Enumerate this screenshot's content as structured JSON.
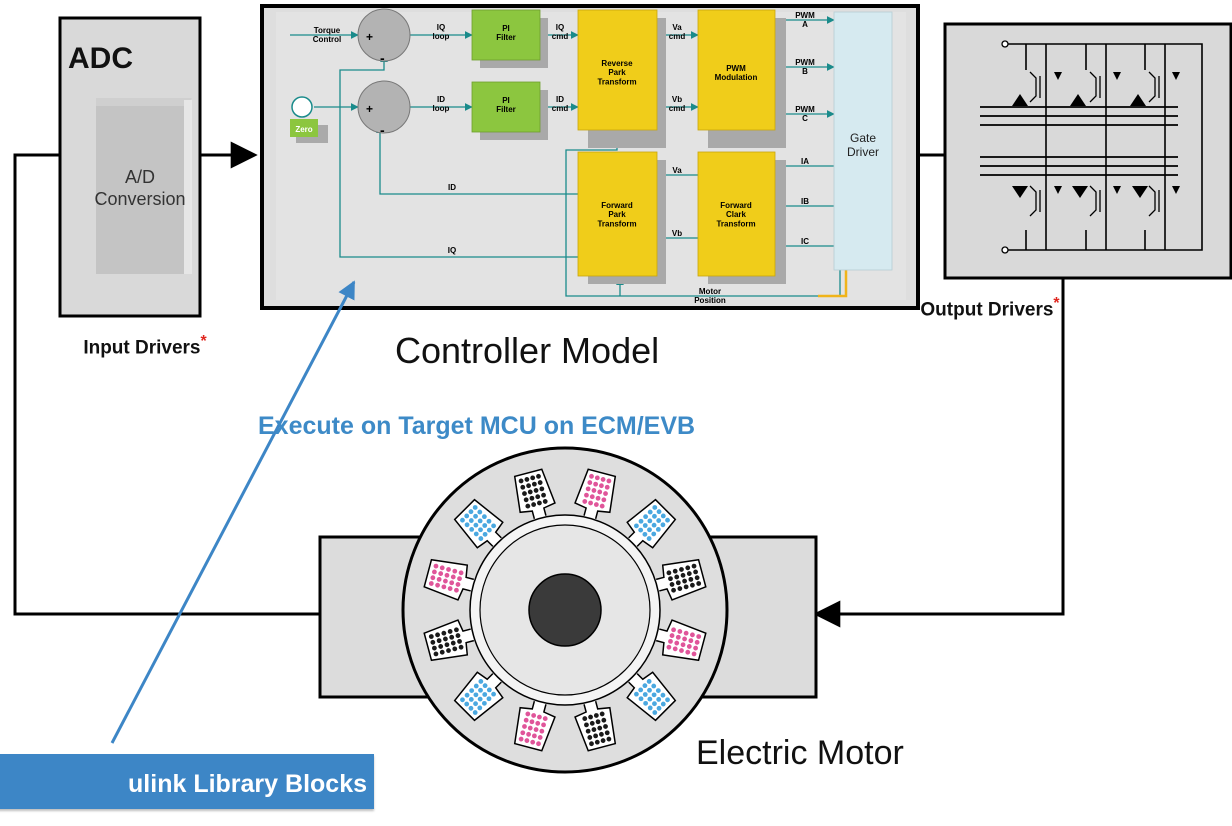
{
  "input_section": {
    "adc_title": "ADC",
    "adc_block_label": "A/D Conversion",
    "drivers_label": "Input Drivers",
    "asterisk": "*"
  },
  "controller": {
    "caption": "Controller Model",
    "inputs": {
      "torque": "Torque Control",
      "zero": "Zero"
    },
    "summers": {
      "plus": "+",
      "minus": "-"
    },
    "signals": {
      "iq_loop": "IQ loop",
      "id_loop": "ID loop",
      "iq_cmd": "IQ cmd",
      "id_cmd": "ID cmd",
      "va_cmd": "Va cmd",
      "vb_cmd": "Vb cmd",
      "pwm_a": "PWM A",
      "pwm_b": "PWM B",
      "pwm_c": "PWM C",
      "ia": "IA",
      "ib": "IB",
      "ic": "IC",
      "va": "Va",
      "vb": "Vb",
      "id_fb": "ID",
      "iq_fb": "IQ",
      "motor_position": "Motor Position"
    },
    "blocks": {
      "pi_filter": "PI Filter",
      "reverse_park": "Reverse Park Transform",
      "pwm_modulation": "PWM Modulation",
      "forward_park": "Forward Park Transform",
      "forward_clark": "Forward Clark Transform",
      "gate_driver": "Gate Driver"
    }
  },
  "output_section": {
    "drivers_label": "Output Drivers",
    "asterisk": "*"
  },
  "execute_note": "Execute on Target MCU on ECM/EVB",
  "motor": {
    "label": "Electric Motor"
  },
  "library": {
    "label": "ulink  Library Blocks"
  },
  "colors": {
    "accent_blue": "#3d86c6",
    "pi_green": "#8cc63f",
    "transform_yellow": "#f0cd1a",
    "gate_blue": "#d6eaf0",
    "signal_teal": "#1a8b8b",
    "coil_blue": "#4aa8e0",
    "coil_pink": "#e0559a",
    "asterisk_red": "#e0261f"
  }
}
